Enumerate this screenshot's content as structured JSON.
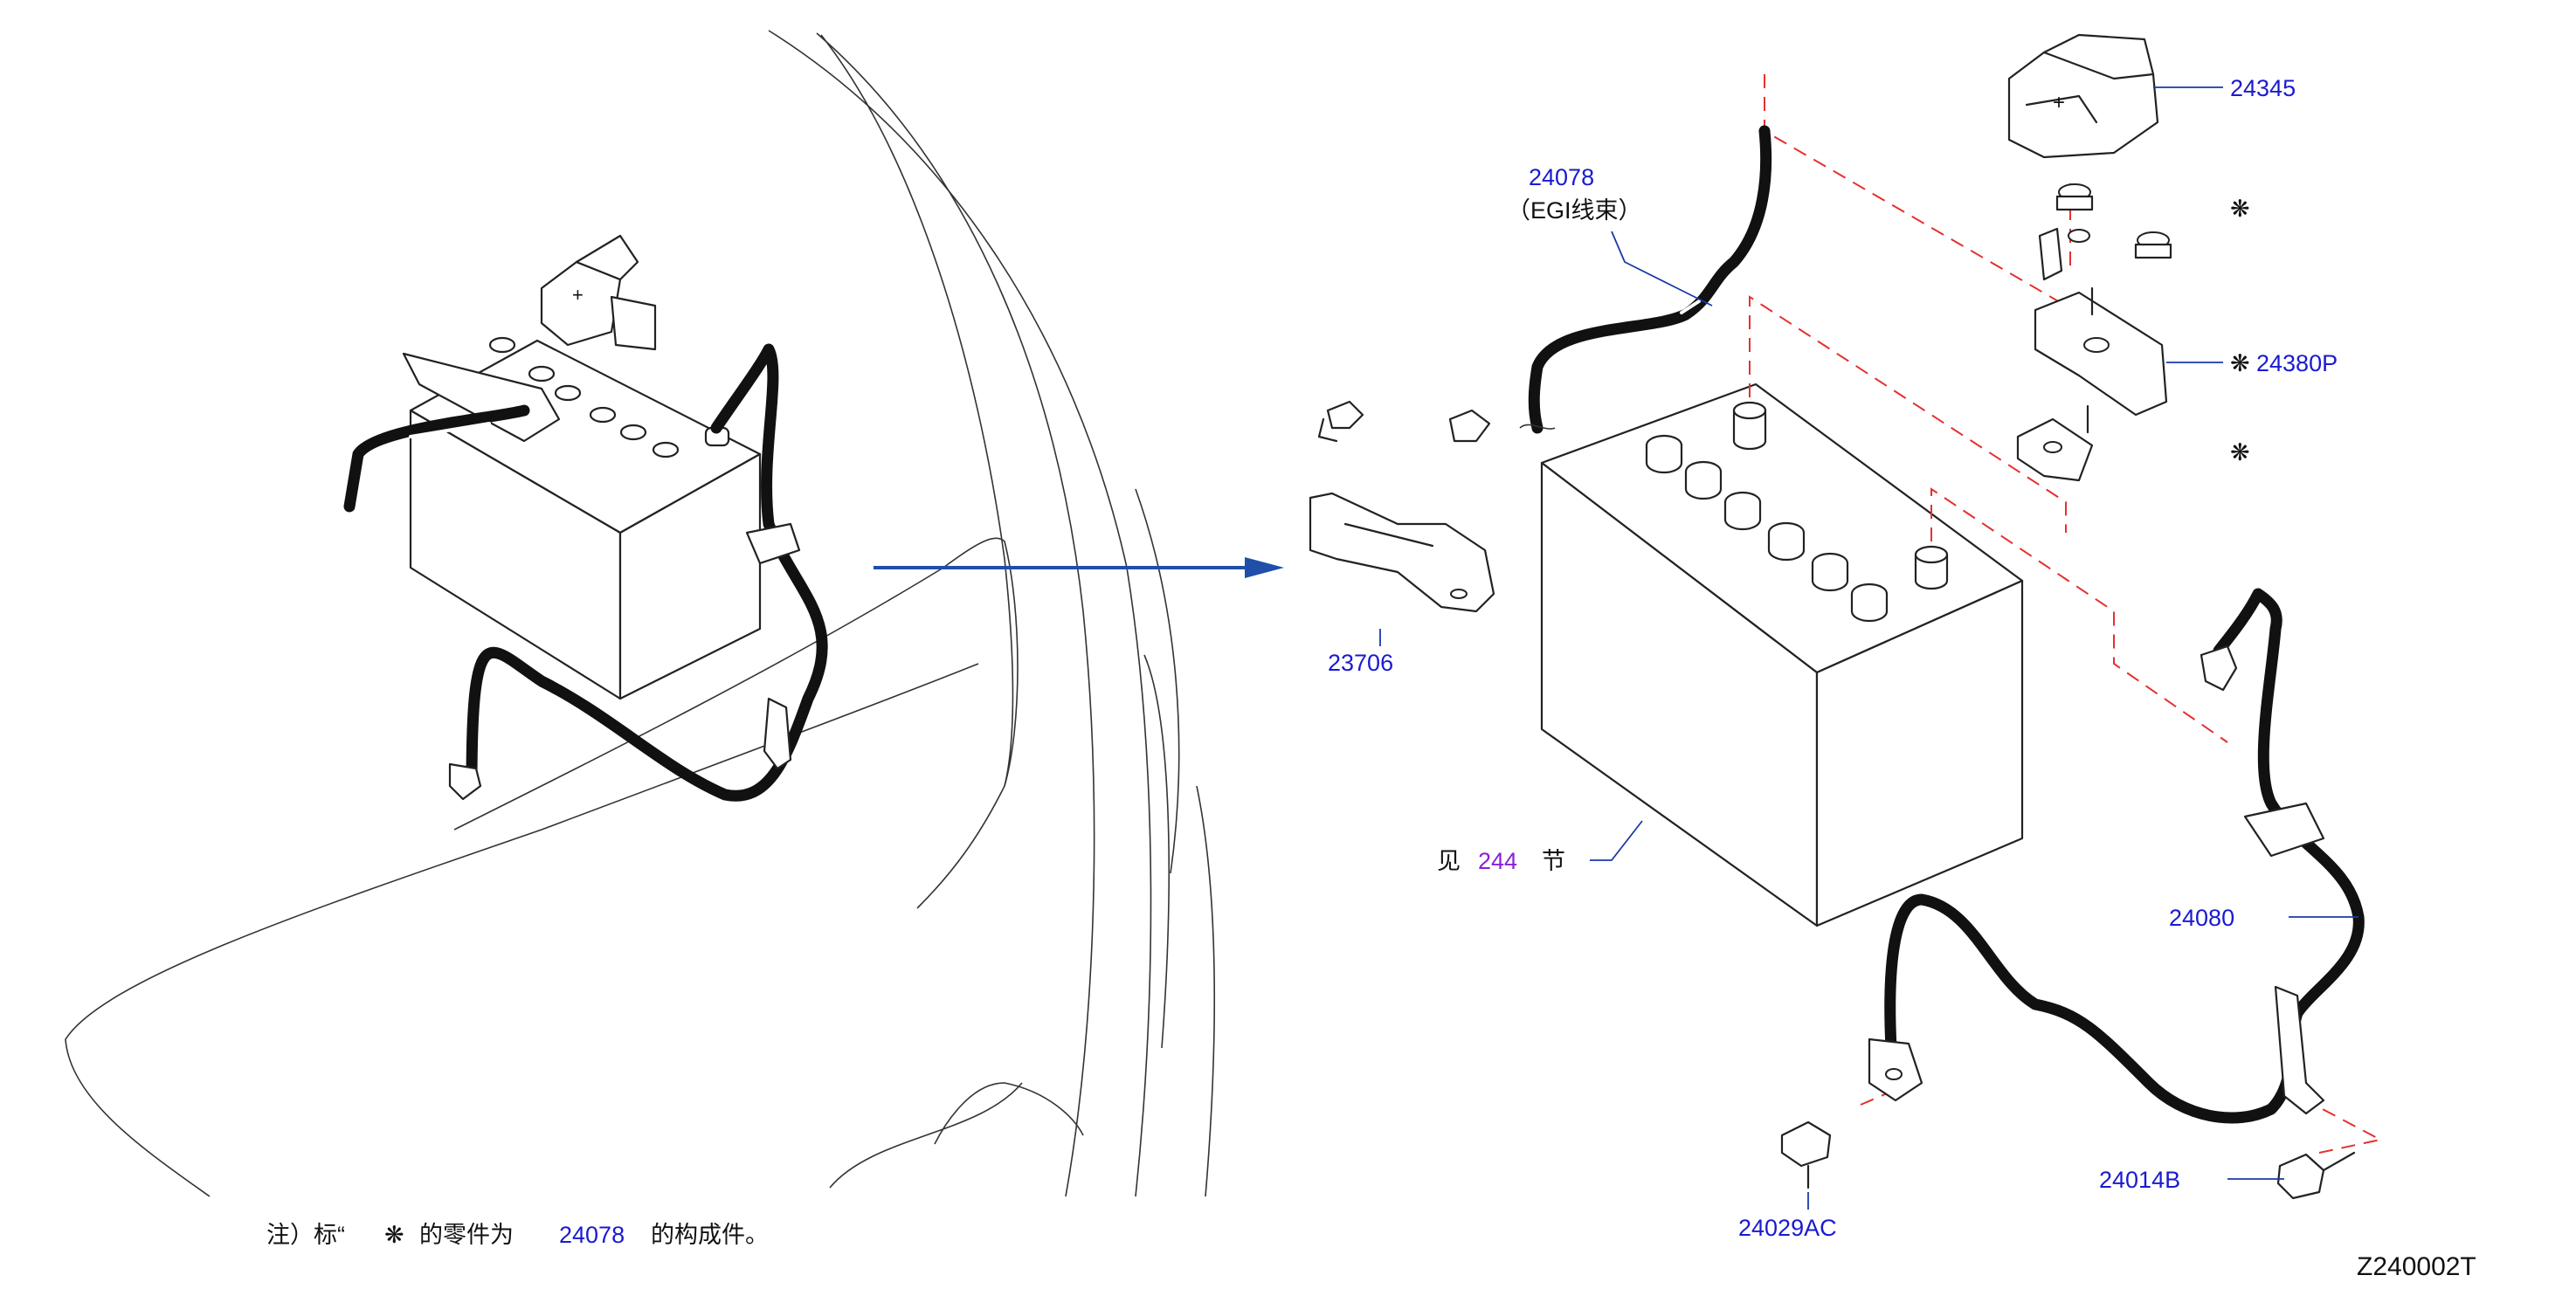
{
  "labels": {
    "harness_number": "24078",
    "harness_name": "（EGI线束）",
    "clamp": "23706",
    "terminal_cover": "24345",
    "mark_a": "❋",
    "fuse_block": "24380P",
    "mark_c": "❋",
    "negative_cable": "24080",
    "bolt_right": "24014B",
    "bolt_left": "24029AC",
    "see_prefix": "见",
    "see_number": "244",
    "see_suffix": "节"
  },
  "note": {
    "prefix": "注）标“",
    "symbol": "❋",
    "middle": "的零件为",
    "part": "24078",
    "suffix": "的构成件。"
  },
  "figure_code": "Z240002T",
  "colors": {
    "part_number": "#1a1ad0",
    "reference_number": "#8a1fd8",
    "leader_line": "#1a3aa8",
    "assembly_line": "#e53030",
    "arrow": "#1f4fa8",
    "line_art": "#222222"
  }
}
